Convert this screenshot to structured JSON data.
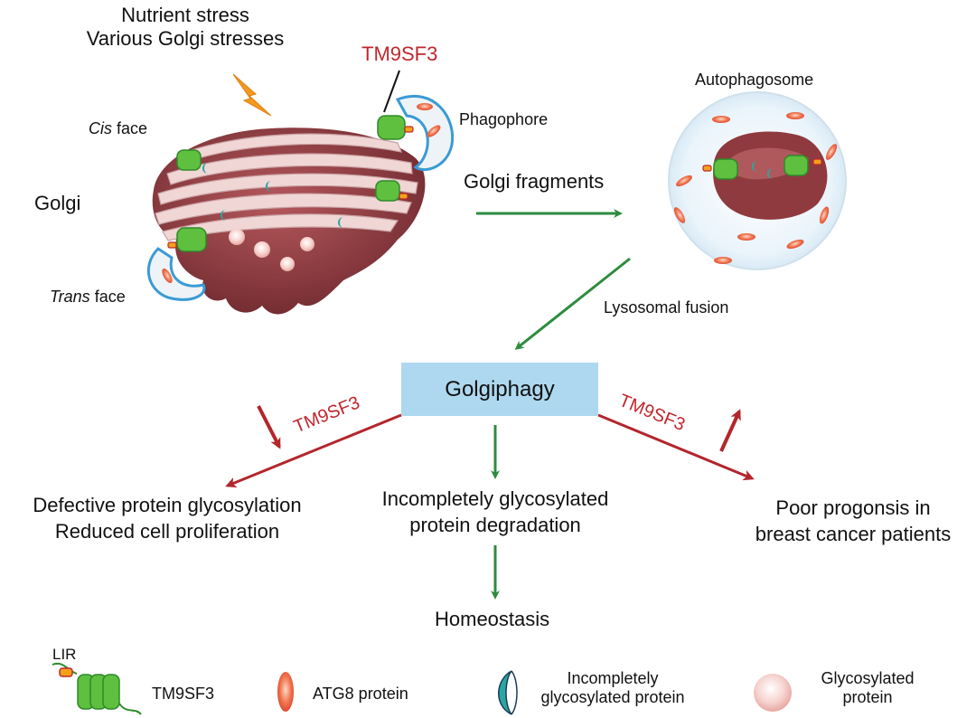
{
  "stress": {
    "line1": "Nutrient stress",
    "line2": "Various Golgi stresses"
  },
  "golgi": {
    "label": "Golgi",
    "cis_italic": "Cis",
    "cis_rest": " face",
    "trans_italic": "Trans",
    "trans_rest": " face"
  },
  "tm9sf3_top": "TM9SF3",
  "phagophore": "Phagophore",
  "golgi_fragments": "Golgi fragments",
  "autophagosome": "Autophagosome",
  "lysosomal_fusion": "Lysosomal fusion",
  "golgiphagy": "Golgiphagy",
  "branches": {
    "left_tag": "TM9SF3",
    "right_tag": "TM9SF3",
    "left_line1": "Defective protein glycosylation",
    "left_line2": "Reduced cell proliferation",
    "center_line1": "Incompletely glycosylated",
    "center_line2": "protein degradation",
    "right_line1": "Poor progonsis in",
    "right_line2": "breast cancer patients",
    "bottom": "Homeostasis"
  },
  "legend": {
    "lir": "LIR",
    "tm9sf3": "TM9SF3",
    "atg8": "ATG8 protein",
    "incomplete_line1": "Incompletely",
    "incomplete_line2": "glycosylated protein",
    "glyco_line1": "Glycosylated",
    "glyco_line2": "protein"
  },
  "colors": {
    "green_arrow": "#2e8b3e",
    "red_arrow": "#b3262c",
    "box": "#aed8ef",
    "golgi": "#8f3a3f",
    "cisterna": "#f1d6d6"
  }
}
